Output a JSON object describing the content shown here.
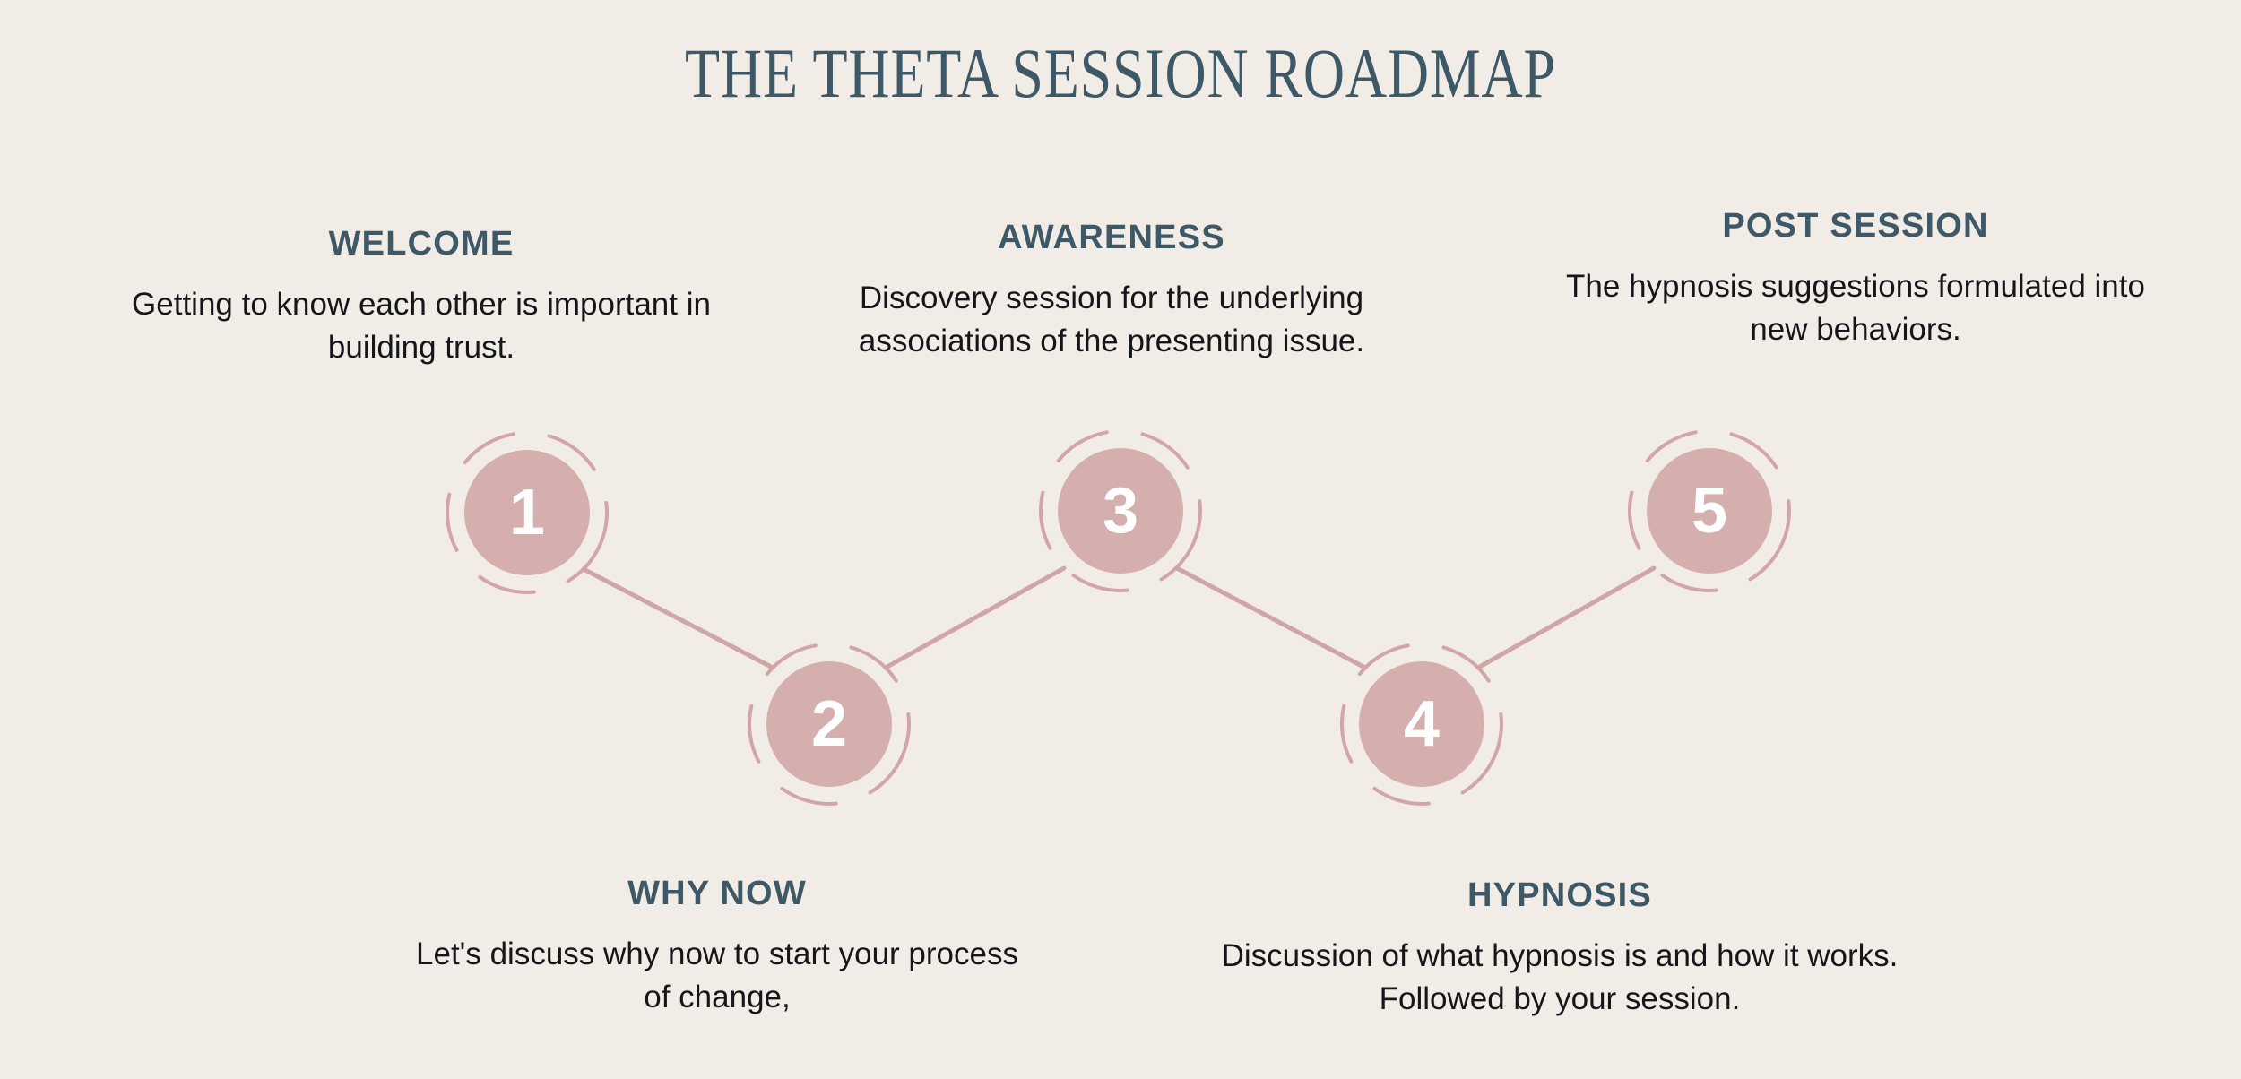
{
  "page": {
    "title": "THE THETA SESSION ROADMAP",
    "background_color": "#f2ece7",
    "heading_color": "#3d5866",
    "body_text_color": "#15161a",
    "node_fill_color": "#d5aeae",
    "node_number_color": "#ffffff",
    "ring_color": "#d2a6a6",
    "connector_color": "#d0a5a5"
  },
  "steps": [
    {
      "number": "1",
      "heading": "WELCOME",
      "body": "Getting to know each other is important in building trust.",
      "position": "above"
    },
    {
      "number": "2",
      "heading": "WHY NOW",
      "body": "Let's discuss why now to start your process of change,",
      "position": "below"
    },
    {
      "number": "3",
      "heading": "AWARENESS",
      "body": "Discovery session for the underlying associations of the presenting issue.",
      "position": "above"
    },
    {
      "number": "4",
      "heading": "HYPNOSIS",
      "body": "Discussion of what hypnosis is and how it works. Followed by your session.",
      "position": "below"
    },
    {
      "number": "5",
      "heading": "POST SESSION",
      "body": "The hypnosis suggestions formulated into new behaviors.",
      "position": "above"
    }
  ]
}
